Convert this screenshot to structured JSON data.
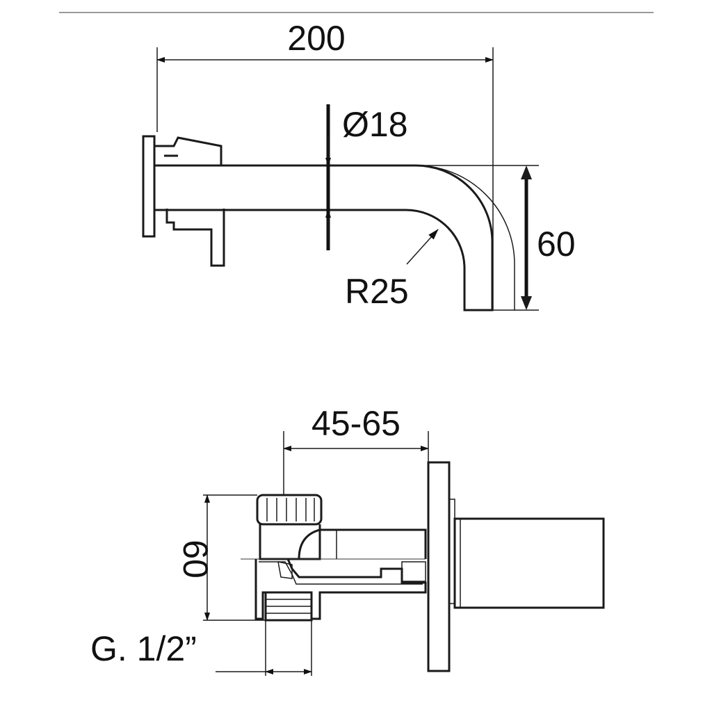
{
  "side_view": {
    "total_length_label": "200",
    "pipe_diameter_label": "Ø18",
    "height_label": "60",
    "bend_radius_label": "R25"
  },
  "section_view": {
    "wall_depth_label": "45-65",
    "height_label": "60",
    "thread_label": "G. 1/2”"
  }
}
